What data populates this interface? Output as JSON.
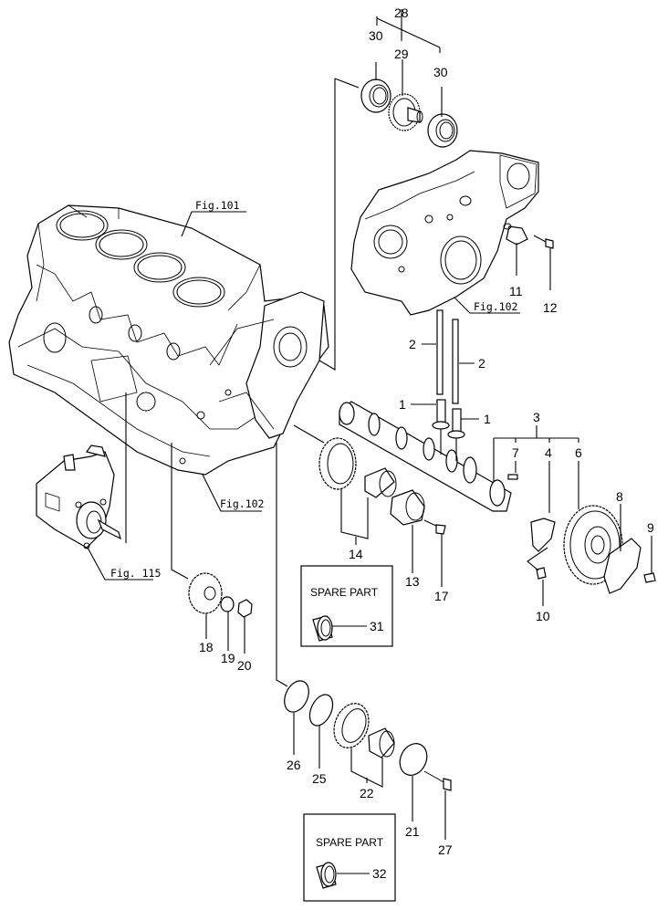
{
  "diagram": {
    "title": "Engine block / camshaft / gear train exploded parts view",
    "figure_refs": [
      {
        "id": "fig101_block",
        "text": "Fig.101"
      },
      {
        "id": "fig102_cover",
        "text": "Fig.102"
      },
      {
        "id": "fig102_block",
        "text": "Fig.102"
      },
      {
        "id": "fig115_pump",
        "text": "Fig. 115"
      }
    ],
    "callouts": [
      {
        "id": "c28",
        "text": "28"
      },
      {
        "id": "c30a",
        "text": "30"
      },
      {
        "id": "c29",
        "text": "29"
      },
      {
        "id": "c30b",
        "text": "30"
      },
      {
        "id": "c11",
        "text": "11"
      },
      {
        "id": "c12",
        "text": "12"
      },
      {
        "id": "c2a",
        "text": "2"
      },
      {
        "id": "c2b",
        "text": "2"
      },
      {
        "id": "c1a",
        "text": "1"
      },
      {
        "id": "c1b",
        "text": "1"
      },
      {
        "id": "c3",
        "text": "3"
      },
      {
        "id": "c7",
        "text": "7"
      },
      {
        "id": "c4",
        "text": "4"
      },
      {
        "id": "c6",
        "text": "6"
      },
      {
        "id": "c8",
        "text": "8"
      },
      {
        "id": "c9",
        "text": "9"
      },
      {
        "id": "c10",
        "text": "10"
      },
      {
        "id": "c14",
        "text": "14"
      },
      {
        "id": "c13",
        "text": "13"
      },
      {
        "id": "c17",
        "text": "17"
      },
      {
        "id": "c18",
        "text": "18"
      },
      {
        "id": "c19",
        "text": "19"
      },
      {
        "id": "c20",
        "text": "20"
      },
      {
        "id": "c26",
        "text": "26"
      },
      {
        "id": "c25",
        "text": "25"
      },
      {
        "id": "c22",
        "text": "22"
      },
      {
        "id": "c21",
        "text": "21"
      },
      {
        "id": "c27",
        "text": "27"
      },
      {
        "id": "c31",
        "text": "31"
      },
      {
        "id": "c32",
        "text": "32"
      }
    ],
    "spare_part_boxes": [
      {
        "id": "spare1",
        "title": "SPARE PART",
        "part": "31"
      },
      {
        "id": "spare2",
        "title": "SPARE PART",
        "part": "32"
      }
    ]
  }
}
